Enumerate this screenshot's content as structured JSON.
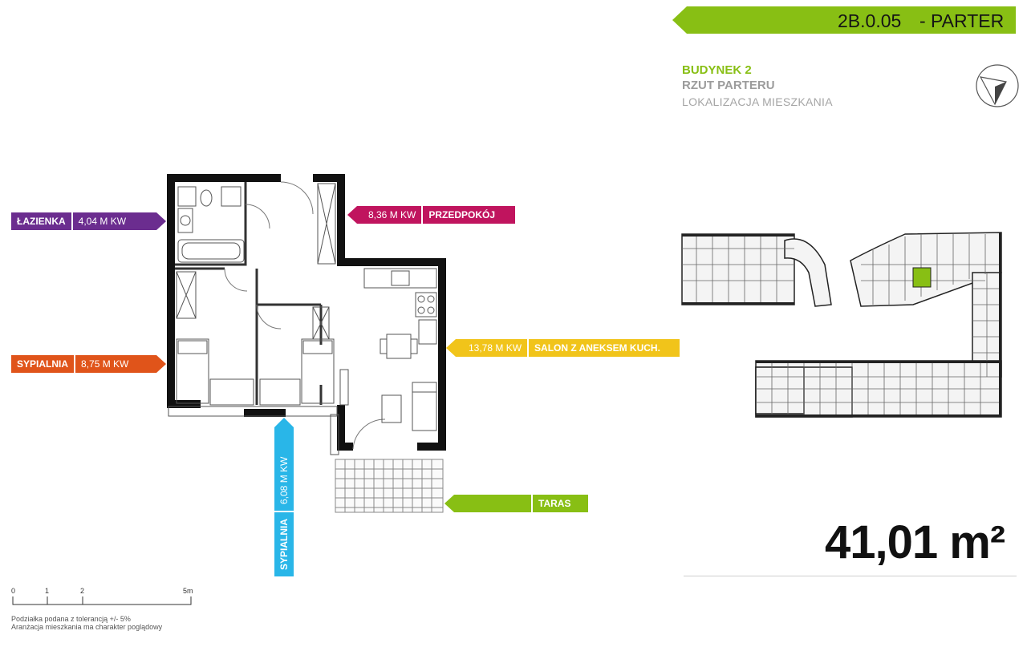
{
  "header": {
    "unit_code": "2B.0.05",
    "floor": "- PARTER",
    "accent": "#88bf14"
  },
  "building": {
    "title": "BUDYNEK 2",
    "subtitle": "RZUT PARTERU",
    "caption": "LOKALIZACJA MIESZKANIA"
  },
  "rooms": {
    "bathroom": {
      "name": "ŁAZIENKA",
      "area": "4,04 M KW",
      "color": "#6b2d8f"
    },
    "bedroom1": {
      "name": "SYPIALNIA",
      "area": "8,75 M KW",
      "color": "#e0541a"
    },
    "hall": {
      "name": "PRZEDPOKÓJ",
      "area": "8,36 M KW",
      "color": "#c0145e"
    },
    "salon": {
      "name": "SALON Z ANEKSEM KUCH.",
      "area": "13,78 M KW",
      "color": "#f1c41a"
    },
    "bedroom2": {
      "name": "SYPIALNIA",
      "area": "6,08 M KW",
      "color": "#29b6e8"
    },
    "terrace": {
      "name": "TARAS",
      "color": "#88bf14"
    }
  },
  "total_area": "41,01 m²",
  "scale": {
    "t0": "0",
    "t1": "1",
    "t2": "2",
    "t5": "5m"
  },
  "notes": {
    "tolerance": "Podziałka podana z tolerancją +/- 5%",
    "arrangement": "Aranżacja mieszkania ma charakter poglądowy"
  }
}
